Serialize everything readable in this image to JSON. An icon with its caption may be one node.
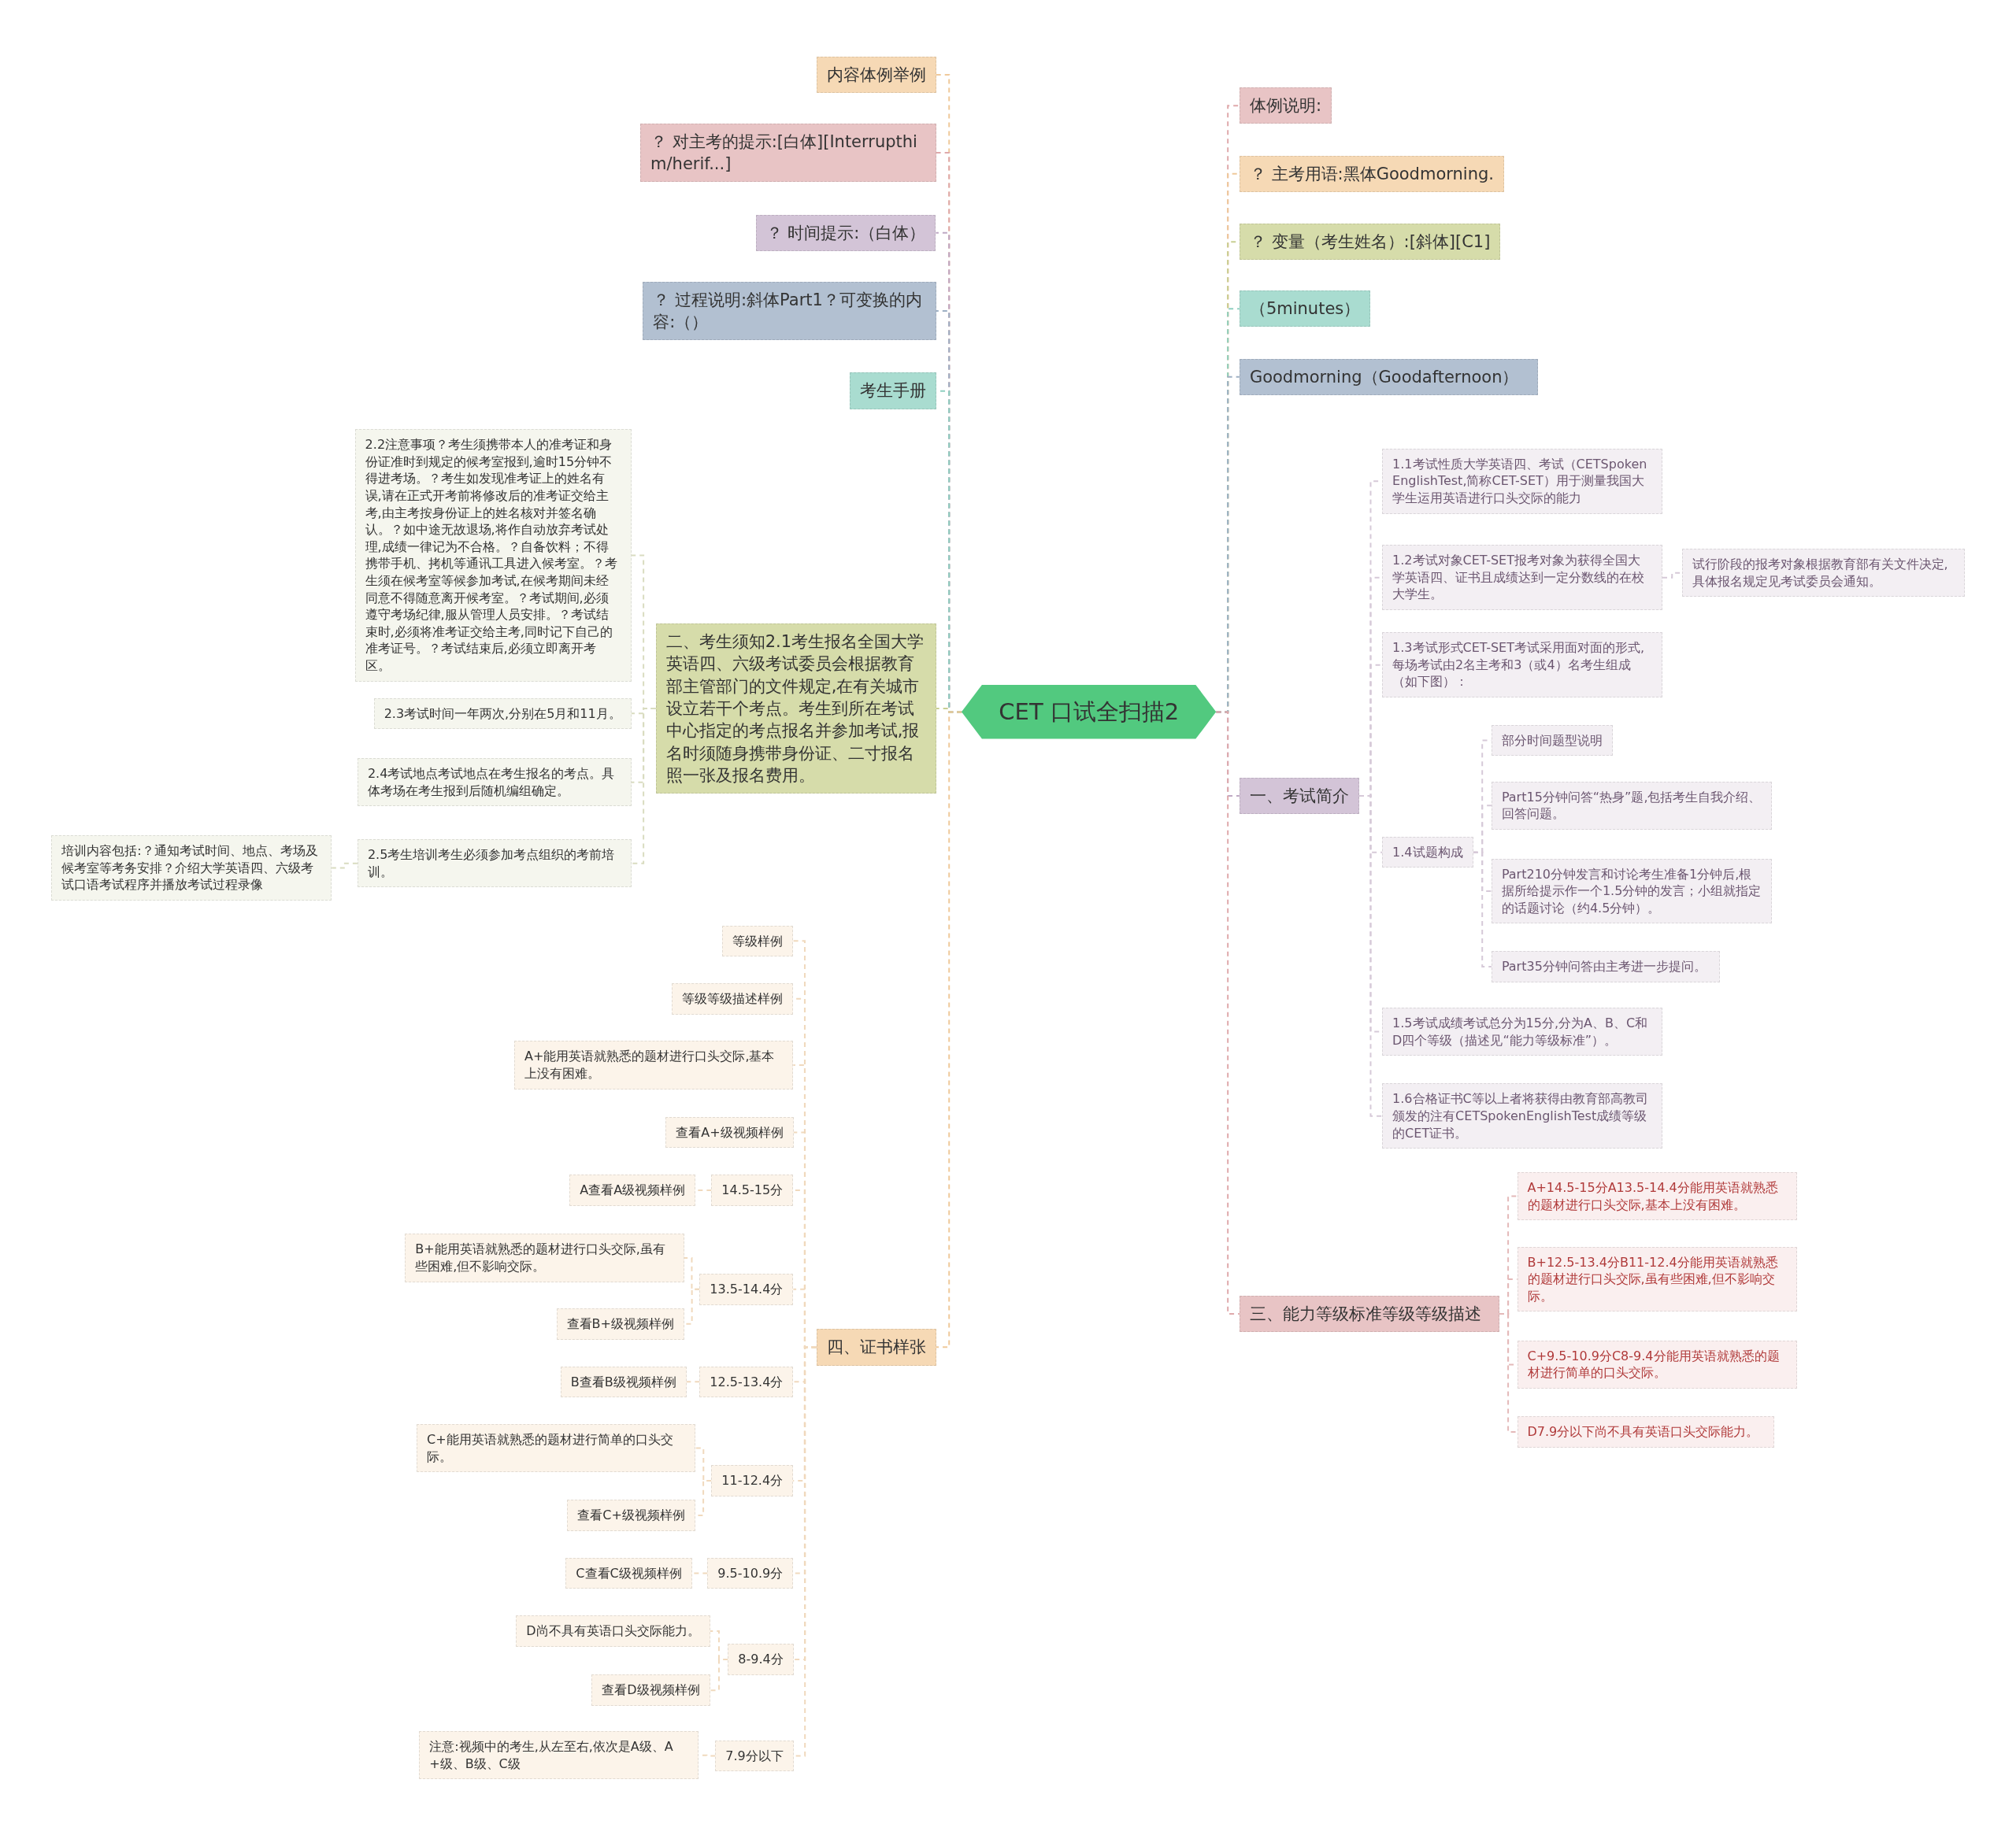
{
  "diagram": {
    "nodes": [
      {
        "text": [
          "CET 口试全扫描2"
        ]
      },
      {
        "text": [
          "内容体例举例"
        ]
      },
      {
        "text": [
          "？ 对主考的提示:[白体][Interrupthim/herif...]"
        ]
      },
      {
        "text": [
          "？ 时间提示:（白体）"
        ]
      },
      {
        "text": [
          "？ 过程说明:斜体Part1？可变换的内容:（）"
        ]
      },
      {
        "text": [
          "考生手册"
        ]
      },
      {
        "text": [
          "二、考生须知2.1考生报名全国大学英语四、六级考试委员会根据教育部主管部门的文件规定,在有关城市设立若干个考点。考生到所在考试中心指定的考点报名并参加考试,报名时须随身携带身份证、二寸报名照一张及报名费用。"
        ]
      },
      {
        "text": [
          "2.2注意事项？考生须携带本人的准考证和身份证准时到规定的候考室报到,逾时15分钟不得进考场。？考生如发现准考证上的姓名有误,请在正式开考前将修改后的准考证交给主考,由主考按身份证上的姓名核对并签名确认。？如中途无故退场,将作自动放弃考试处理,成绩一律记为不合格。？自备饮料；不得携带手机、拷机等通讯工具进入候考室。？考生须在候考室等候参加考试,在候考期间未经同意不得随意离开候考室。？考试期间,必须遵守考场纪律,服从管理人员安排。？考试结束时,必须将准考证交给主考,同时记下自己的准考证号。？考试结束后,必须立即离开考区。"
        ]
      },
      {
        "text": [
          "2.3考试时间一年两次,分别在5月和11月。"
        ]
      },
      {
        "text": [
          "2.4考试地点考试地点在考生报名的考点。具体考场在考生报到后随机编组确定。"
        ]
      },
      {
        "text": [
          "2.5考生培训考生必须参加考点组织的考前培训。"
        ]
      },
      {
        "text": [
          "培训内容包括:？通知考试时间、地点、考场及候考室等考务安排？介绍大学英语四、六级考试口语考试程序并播放考试过程录像"
        ]
      },
      {
        "text": [
          "四、证书样张"
        ]
      },
      {
        "text": [
          "等级样例"
        ]
      },
      {
        "text": [
          "等级等级描述样例"
        ]
      },
      {
        "text": [
          "A+能用英语就熟悉的题材进行口头交际,基本上没有困难。"
        ]
      },
      {
        "text": [
          "查看A+级视频样例"
        ]
      },
      {
        "text": [
          "14.5-15分"
        ]
      },
      {
        "text": [
          "A查看A级视频样例"
        ]
      },
      {
        "text": [
          "13.5-14.4分"
        ]
      },
      {
        "text": [
          "B+能用英语就熟悉的题材进行口头交际,虽有些困难,但不影响交际。"
        ]
      },
      {
        "text": [
          "查看B+级视频样例"
        ]
      },
      {
        "text": [
          "12.5-13.4分"
        ]
      },
      {
        "text": [
          "B查看B级视频样例"
        ]
      },
      {
        "text": [
          "11-12.4分"
        ]
      },
      {
        "text": [
          "C+能用英语就熟悉的题材进行简单的口头交际。"
        ]
      },
      {
        "text": [
          "查看C+级视频样例"
        ]
      },
      {
        "text": [
          "9.5-10.9分"
        ]
      },
      {
        "text": [
          "C查看C级视频样例"
        ]
      },
      {
        "text": [
          "8-9.4分"
        ]
      },
      {
        "text": [
          "D尚不具有英语口头交际能力。"
        ]
      },
      {
        "text": [
          "查看D级视频样例"
        ]
      },
      {
        "text": [
          "7.9分以下"
        ]
      },
      {
        "text": [
          "注意:视频中的考生,从左至右,依次是A级、A+级、B级、C级"
        ]
      },
      {
        "text": [
          "体例说明:"
        ]
      },
      {
        "text": [
          "？ 主考用语:黑体Goodmorning."
        ]
      },
      {
        "text": [
          "？ 变量（考生姓名）:[斜体][C1]"
        ]
      },
      {
        "text": [
          "（5minutes）"
        ]
      },
      {
        "text": [
          "Goodmorning（Goodafternoon）"
        ]
      },
      {
        "text": [
          "一、考试简介"
        ]
      },
      {
        "text": [
          "1.1考试性质大学英语四、考试（CETSpokenEnglishTest,简称CET-SET）用于测量我国大学生运用英语进行口头交际的能力"
        ]
      },
      {
        "text": [
          "1.2考试对象CET-SET报考对象为获得全国大学英语四、证书且成绩达到一定分数线的在校大学生。"
        ]
      },
      {
        "text": [
          "试行阶段的报考对象根据教育部有关文件决定,具体报名规定见考试委员会通知。"
        ]
      },
      {
        "text": [
          "1.3考试形式CET-SET考试采用面对面的形式,每场考试由2名主考和3（或4）名考生组成（如下图）："
        ]
      },
      {
        "text": [
          "1.4试题构成"
        ]
      },
      {
        "text": [
          "部分时间题型说明"
        ]
      },
      {
        "text": [
          "Part15分钟问答“热身”题,包括考生自我介绍、回答问题。"
        ]
      },
      {
        "text": [
          "Part210分钟发言和讨论考生准备1分钟后,根据所给提示作一个1.5分钟的发言；小组就指定的话题讨论（约4.5分钟）。"
        ]
      },
      {
        "text": [
          "Part35分钟问答由主考进一步提问。"
        ]
      },
      {
        "text": [
          "1.5考试成绩考试总分为15分,分为A、B、C和D四个等级（描述见“能力等级标准”）。"
        ]
      },
      {
        "text": [
          "1.6合格证书C等以上者将获得由教育部高教司颁发的注有CETSpokenEnglishTest成绩等级的CET证书。"
        ]
      },
      {
        "text": [
          "三、能力等级标准等级等级描述"
        ]
      },
      {
        "text": [
          "A+14.5-15分A13.5-14.4分能用英语就熟悉的题材进行口头交际,基本上没有困难。"
        ]
      },
      {
        "text": [
          "B+12.5-13.4分B11-12.4分能用英语就熟悉的题材进行口头交际,虽有些困难,但不影响交际。"
        ]
      },
      {
        "text": [
          "C+9.5-10.9分C8-9.4分能用英语就熟悉的题材进行简单的口头交际。"
        ]
      },
      {
        "text": [
          "D7.9分以下尚不具有英语口头交际能力。"
        ]
      }
    ],
    "edges": [
      {
        "from": 0,
        "to": 1,
        "arrow": "none",
        "color": "#efc99a"
      },
      {
        "from": 0,
        "to": 2,
        "arrow": "none",
        "color": "#dfa9ab"
      },
      {
        "from": 0,
        "to": 3,
        "arrow": "none",
        "color": "#bfa9c4"
      },
      {
        "from": 0,
        "to": 4,
        "arrow": "none",
        "color": "#9eb0c4"
      },
      {
        "from": 0,
        "to": 5,
        "arrow": "none",
        "color": "#8fcfc0"
      },
      {
        "from": 0,
        "to": 6,
        "arrow": "none",
        "color": "#c8cf92"
      },
      {
        "from": 6,
        "to": 7,
        "arrow": "none",
        "color": "#d9dcc0"
      },
      {
        "from": 6,
        "to": 8,
        "arrow": "none",
        "color": "#d9dcc0"
      },
      {
        "from": 6,
        "to": 9,
        "arrow": "none",
        "color": "#d9dcc0"
      },
      {
        "from": 6,
        "to": 10,
        "arrow": "none",
        "color": "#d9dcc0"
      },
      {
        "from": 10,
        "to": 11,
        "arrow": "none",
        "color": "#d9dcc0"
      },
      {
        "from": 0,
        "to": 12,
        "arrow": "none",
        "color": "#efc99a"
      },
      {
        "from": 12,
        "to": 13,
        "arrow": "none"
      },
      {
        "from": 12,
        "to": 14,
        "arrow": "none"
      },
      {
        "from": 12,
        "to": 15,
        "arrow": "none"
      },
      {
        "from": 12,
        "to": 16,
        "arrow": "none"
      },
      {
        "from": 12,
        "to": 17,
        "arrow": "none"
      },
      {
        "from": 17,
        "to": 18,
        "arrow": "none"
      },
      {
        "from": 12,
        "to": 19,
        "arrow": "none"
      },
      {
        "from": 19,
        "to": 20,
        "arrow": "none"
      },
      {
        "from": 19,
        "to": 21,
        "arrow": "none"
      },
      {
        "from": 12,
        "to": 22,
        "arrow": "none"
      },
      {
        "from": 22,
        "to": 23,
        "arrow": "none"
      },
      {
        "from": 12,
        "to": 24,
        "arrow": "none"
      },
      {
        "from": 24,
        "to": 25,
        "arrow": "none"
      },
      {
        "from": 24,
        "to": 26,
        "arrow": "none"
      },
      {
        "from": 12,
        "to": 27,
        "arrow": "none"
      },
      {
        "from": 27,
        "to": 28,
        "arrow": "none"
      },
      {
        "from": 12,
        "to": 29,
        "arrow": "none"
      },
      {
        "from": 29,
        "to": 30,
        "arrow": "none"
      },
      {
        "from": 29,
        "to": 31,
        "arrow": "none"
      },
      {
        "from": 12,
        "to": 32,
        "arrow": "none"
      },
      {
        "from": 32,
        "to": 33,
        "arrow": "none"
      },
      {
        "from": 0,
        "to": 34,
        "arrow": "none",
        "color": "#dfa9ab"
      },
      {
        "from": 0,
        "to": 35,
        "arrow": "none",
        "color": "#efc99a"
      },
      {
        "from": 0,
        "to": 36,
        "arrow": "none",
        "color": "#c8cf92"
      },
      {
        "from": 0,
        "to": 37,
        "arrow": "none",
        "color": "#8fcfc0"
      },
      {
        "from": 0,
        "to": 38,
        "arrow": "none",
        "color": "#9eb0c4"
      },
      {
        "from": 0,
        "to": 39,
        "arrow": "none",
        "color": "#bfa9c4"
      },
      {
        "from": 39,
        "to": 40,
        "arrow": "none",
        "color": "#d6c9d8"
      },
      {
        "from": 39,
        "to": 41,
        "arrow": "none",
        "color": "#d6c9d8"
      },
      {
        "from": 41,
        "to": 42,
        "arrow": "none",
        "color": "#d6c9d8"
      },
      {
        "from": 39,
        "to": 43,
        "arrow": "none",
        "color": "#d6c9d8"
      },
      {
        "from": 39,
        "to": 44,
        "arrow": "none",
        "color": "#d6c9d8"
      },
      {
        "from": 44,
        "to": 45,
        "arrow": "none",
        "color": "#d6c9d8"
      },
      {
        "from": 44,
        "to": 46,
        "arrow": "none",
        "color": "#d6c9d8"
      },
      {
        "from": 44,
        "to": 47,
        "arrow": "none",
        "color": "#d6c9d8"
      },
      {
        "from": 44,
        "to": 48,
        "arrow": "none",
        "color": "#d6c9d8"
      },
      {
        "from": 39,
        "to": 49,
        "arrow": "none",
        "color": "#d6c9d8"
      },
      {
        "from": 39,
        "to": 50,
        "arrow": "none",
        "color": "#d6c9d8"
      },
      {
        "from": 0,
        "to": 51,
        "arrow": "none",
        "color": "#dfa9ab"
      },
      {
        "from": 51,
        "to": 52,
        "arrow": "none",
        "color": "#e4b9b9"
      },
      {
        "from": 51,
        "to": 53,
        "arrow": "none",
        "color": "#e4b9b9"
      },
      {
        "from": 51,
        "to": 54,
        "arrow": "none",
        "color": "#e4b9b9"
      },
      {
        "from": 51,
        "to": 55,
        "arrow": "none",
        "color": "#e4b9b9"
      }
    ]
  }
}
